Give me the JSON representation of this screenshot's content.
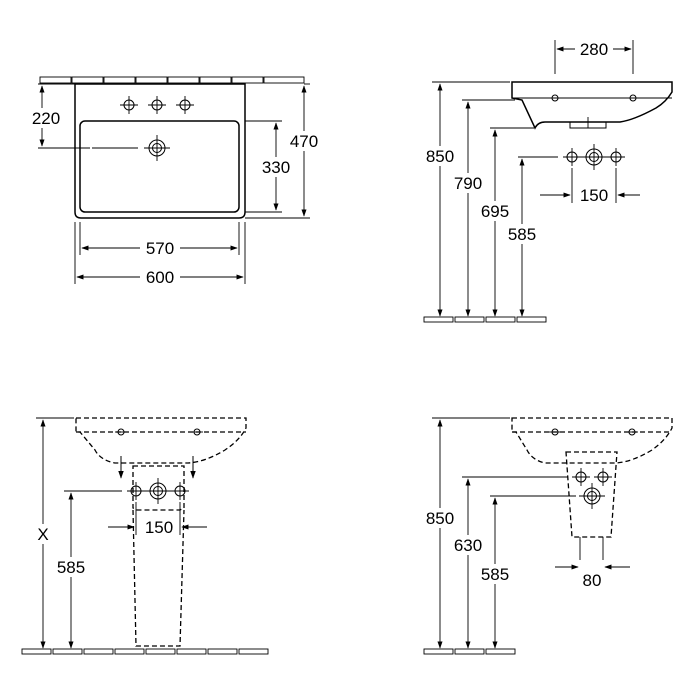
{
  "views": {
    "top": {
      "dim_depth_to_holes": "220",
      "dim_bowl_depth": "330",
      "dim_total_depth": "470",
      "dim_bowl_width": "570",
      "dim_total_width": "600"
    },
    "side": {
      "dim_overflow_spacing": "280",
      "dim_height_rim": "850",
      "dim_height_790": "790",
      "dim_height_695": "695",
      "dim_height_585": "585",
      "dim_supply_spacing": "150"
    },
    "pedestal": {
      "dim_variable_height": "X",
      "dim_height_585": "585",
      "dim_supply_spacing": "150"
    },
    "semi_pedestal": {
      "dim_height_rim": "850",
      "dim_height_630": "630",
      "dim_height_585": "585",
      "dim_pipe_spacing": "80"
    }
  }
}
